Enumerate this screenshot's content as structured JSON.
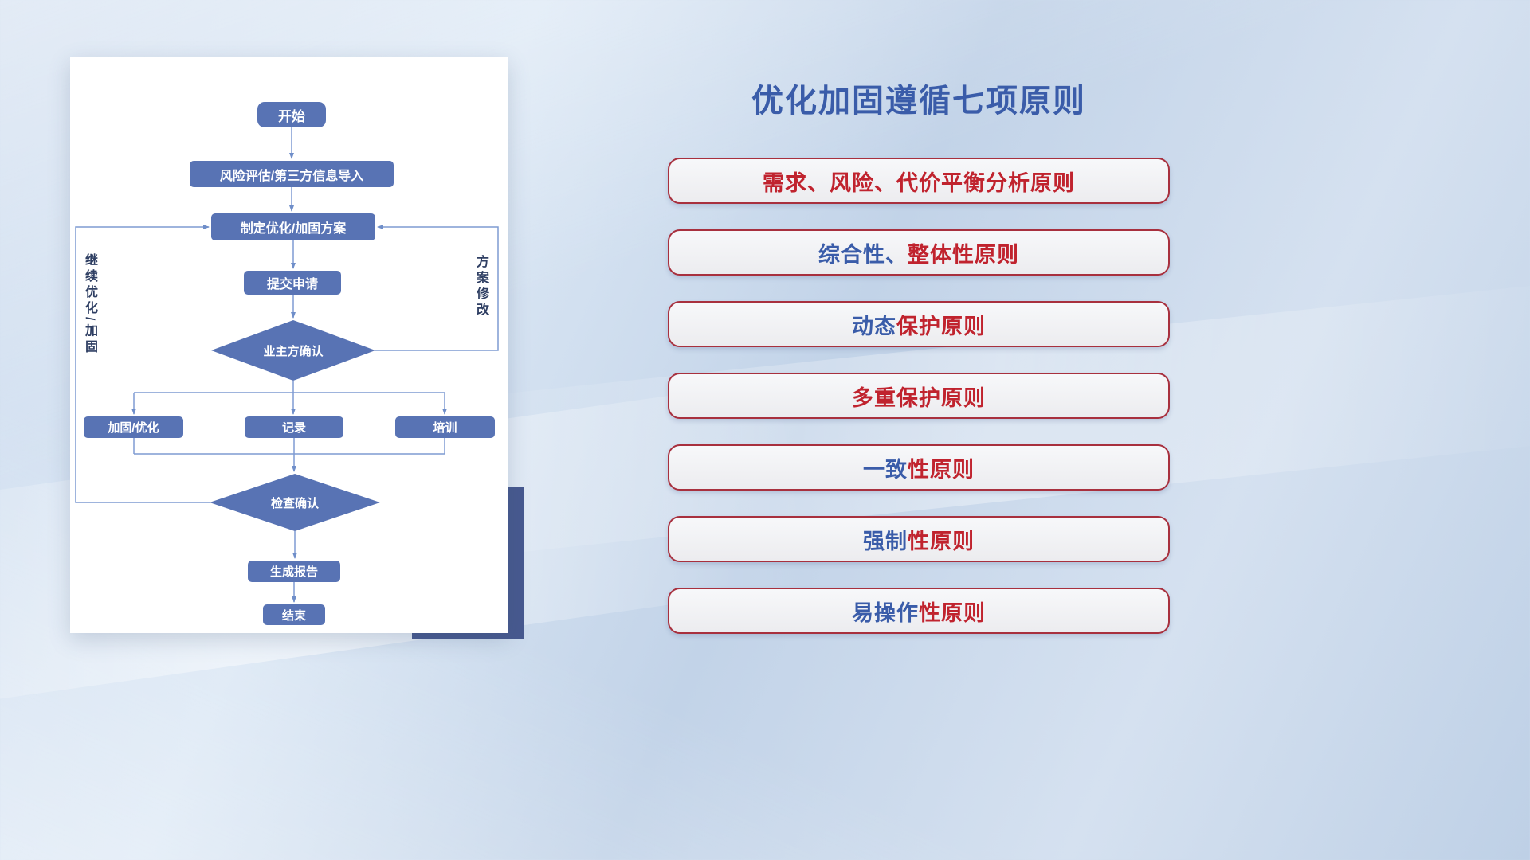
{
  "flowchart": {
    "nodes": {
      "start": "开始",
      "risk": "风险评估/第三方信息导入",
      "plan": "制定优化/加固方案",
      "submit": "提交申请",
      "owner_confirm": "业主方确认",
      "reinforce": "加固/优化",
      "record": "记录",
      "training": "培训",
      "check_confirm": "检查确认",
      "report": "生成报告",
      "end": "结束"
    },
    "loop_labels": {
      "left": "继续优化/加固",
      "right": "方案修改"
    }
  },
  "panel": {
    "title": "优化加固遵循七项原则",
    "principles": [
      {
        "segments": [
          {
            "text": "需求、风险、代价平衡分析原则",
            "color": "red"
          }
        ]
      },
      {
        "segments": [
          {
            "text": "综合性、",
            "color": "blue"
          },
          {
            "text": "整体性原则",
            "color": "red"
          }
        ]
      },
      {
        "segments": [
          {
            "text": "动态",
            "color": "blue"
          },
          {
            "text": "保护原则",
            "color": "red"
          }
        ]
      },
      {
        "segments": [
          {
            "text": "多重保护原则",
            "color": "red"
          }
        ]
      },
      {
        "segments": [
          {
            "text": "一致",
            "color": "blue"
          },
          {
            "text": "性原则",
            "color": "red"
          }
        ]
      },
      {
        "segments": [
          {
            "text": "强制",
            "color": "blue"
          },
          {
            "text": "性原则",
            "color": "red"
          }
        ]
      },
      {
        "segments": [
          {
            "text": "易操作",
            "color": "blue"
          },
          {
            "text": "性原则",
            "color": "red"
          }
        ]
      }
    ]
  },
  "colors": {
    "accent_blue": "#3a5ca9",
    "accent_red": "#c0232e",
    "node_fill": "#5873b4",
    "connector": "#7f9bd2"
  }
}
